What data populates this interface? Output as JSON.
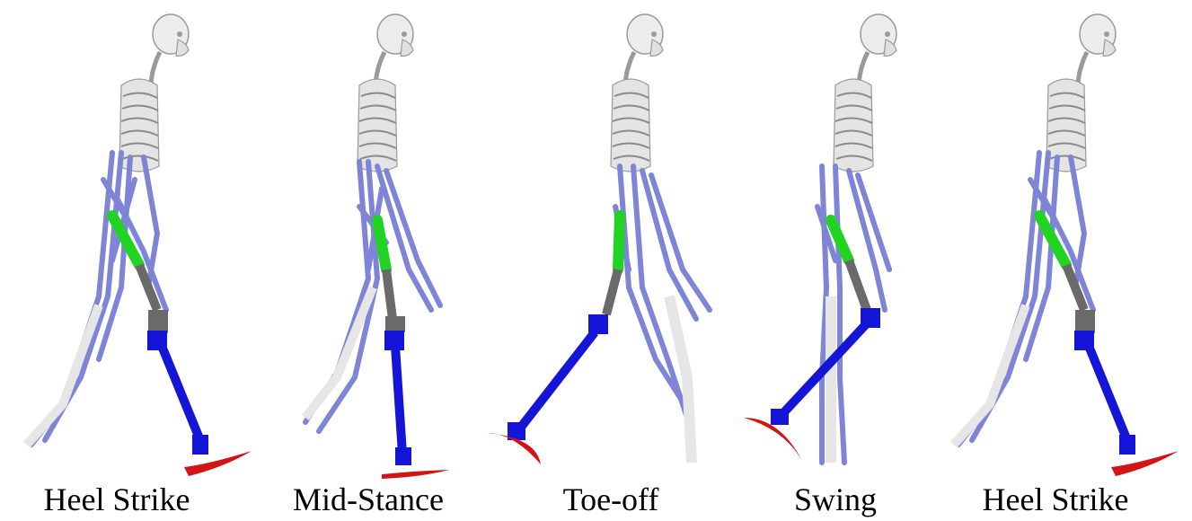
{
  "phases": [
    {
      "label": "Heel Strike"
    },
    {
      "label": "Mid-Stance"
    },
    {
      "label": "Toe-off"
    },
    {
      "label": "Swing"
    },
    {
      "label": "Heel Strike"
    }
  ],
  "colors": {
    "bone": "#e6e6e6",
    "bone_edge": "#9a9a9a",
    "muscle": "#7f85d6",
    "muscle_edge": "#4b4fa0",
    "prosthesis": "#1515d8",
    "socket": "#6a6a6a",
    "foot": "#d41414",
    "hip_muscle": "#22d422"
  }
}
